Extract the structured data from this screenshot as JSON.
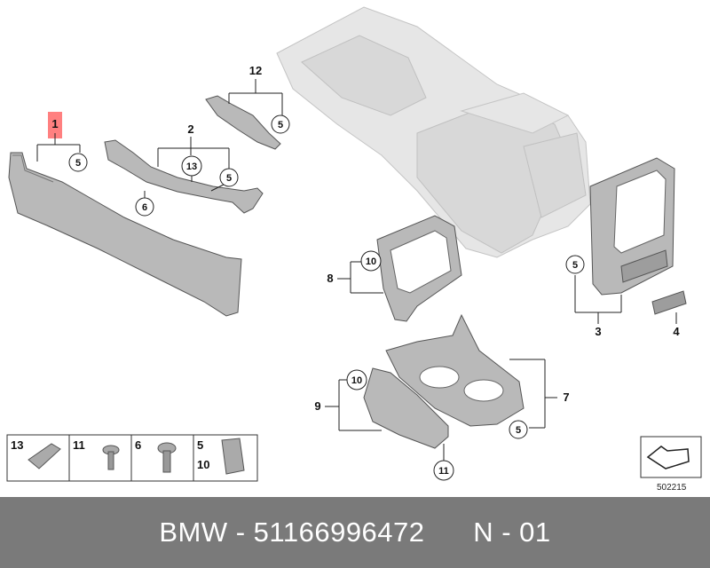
{
  "callouts": {
    "c1": "1",
    "c2": "2",
    "c3": "3",
    "c4": "4",
    "c7": "7",
    "c8": "8",
    "c9": "9",
    "c12": "12",
    "circ_5a": "5",
    "circ_5b": "5",
    "circ_13": "13",
    "circ_6": "6",
    "circ_5c": "5",
    "circ_10a": "10",
    "circ_5d": "5",
    "circ_10b": "10",
    "circ_5e": "5",
    "circ_11": "11"
  },
  "legend": {
    "items": [
      "13",
      "11",
      "6",
      "5"
    ],
    "extra": "10"
  },
  "image_code": "502215",
  "footer": {
    "brand": "BMW",
    "sep1": " - ",
    "part_number": "51166996472",
    "pad": "      ",
    "group": "N - 01"
  },
  "colors": {
    "highlight": "#ff8080",
    "footer_bg": "#7a7a7a"
  }
}
